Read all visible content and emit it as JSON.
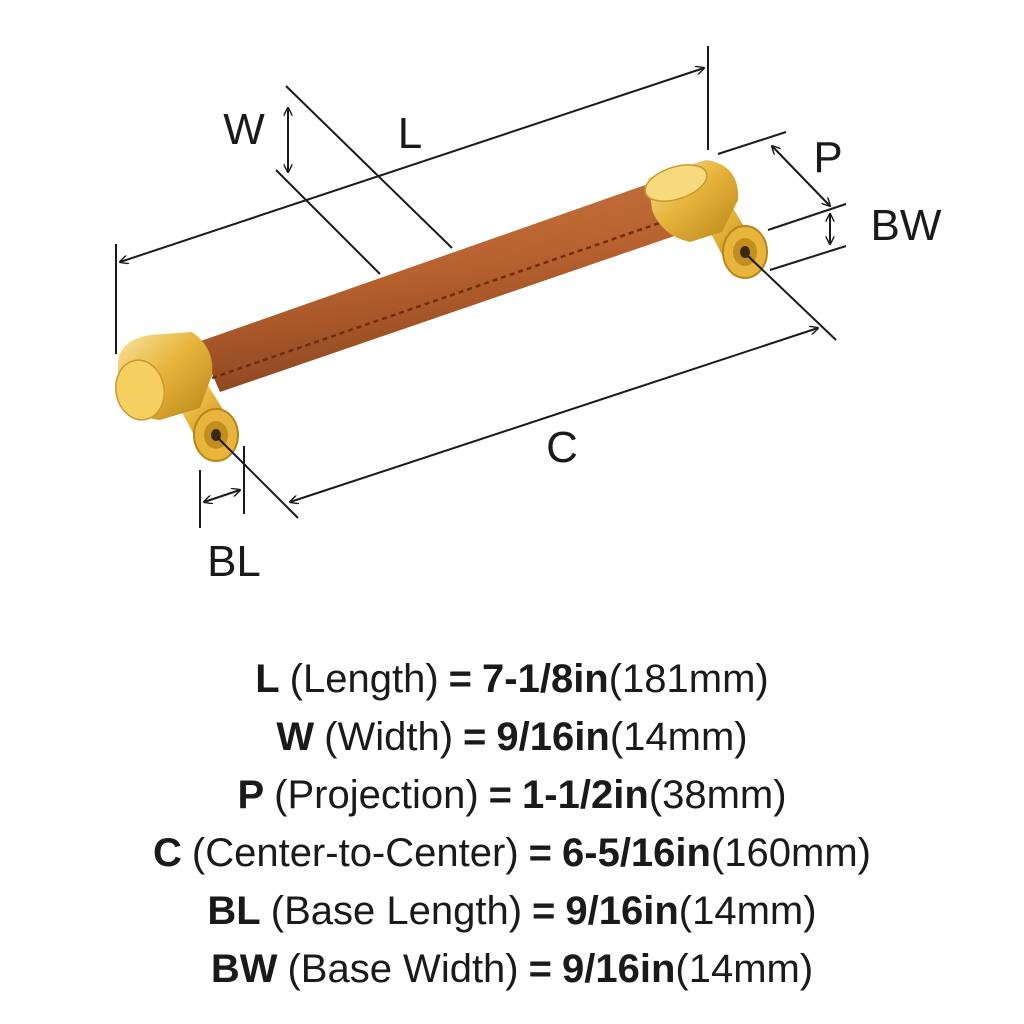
{
  "diagram": {
    "labels": {
      "W": "W",
      "L": "L",
      "P": "P",
      "BW": "BW",
      "C": "C",
      "BL": "BL"
    },
    "colors": {
      "leather": "#b8622f",
      "leather_dark": "#8a4420",
      "brass": "#e7b53c",
      "brass_dark": "#b98518",
      "brass_light": "#f8da7e",
      "line": "#1a1a1a",
      "stitch": "#6e2e0e"
    }
  },
  "specs": [
    {
      "code": "L",
      "name": "(Length)",
      "eq": "=",
      "imperial": "7-1/8in",
      "metric": "(181mm)"
    },
    {
      "code": "W",
      "name": "(Width)",
      "eq": "=",
      "imperial": "9/16in",
      "metric": "(14mm)"
    },
    {
      "code": "P",
      "name": "(Projection)",
      "eq": "=",
      "imperial": "1-1/2in",
      "metric": "(38mm)"
    },
    {
      "code": "C",
      "name": "(Center-to-Center)",
      "eq": "=",
      "imperial": "6-5/16in",
      "metric": "(160mm)"
    },
    {
      "code": "BL",
      "name": "(Base Length)",
      "eq": "=",
      "imperial": "9/16in",
      "metric": "(14mm)"
    },
    {
      "code": "BW",
      "name": "(Base Width)",
      "eq": "=",
      "imperial": "9/16in",
      "metric": "(14mm)"
    }
  ]
}
